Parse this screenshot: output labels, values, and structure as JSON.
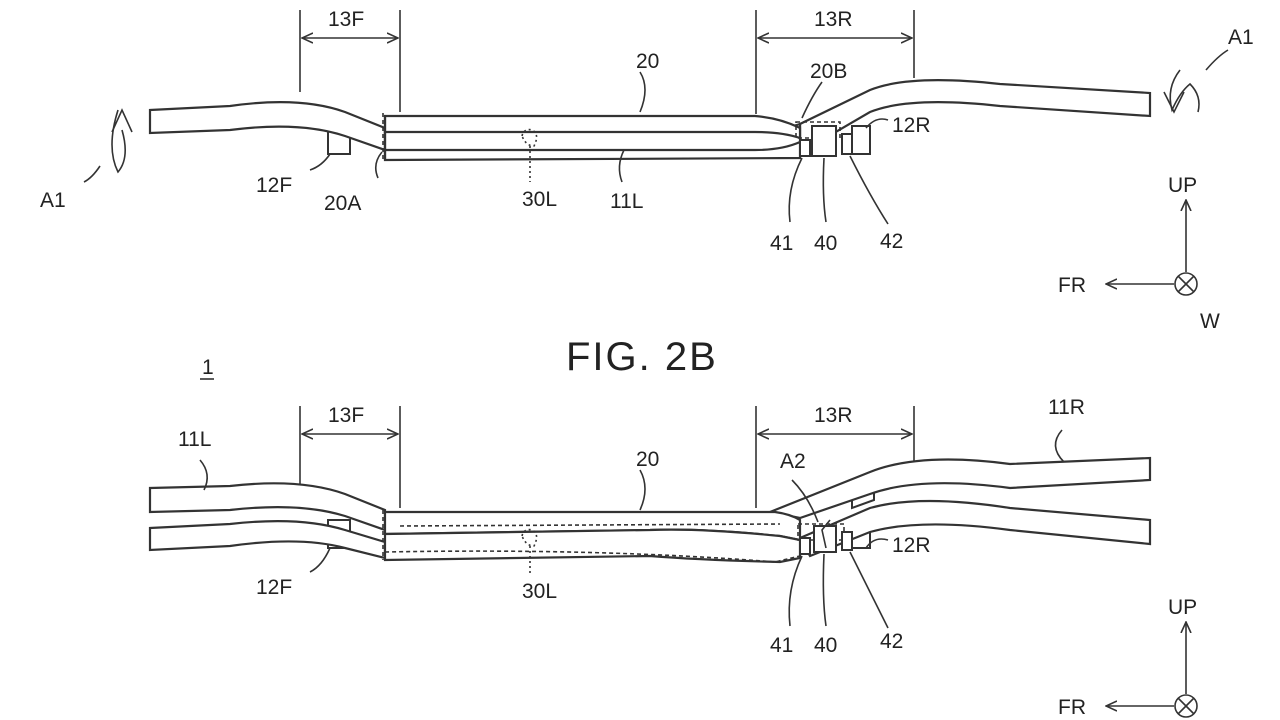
{
  "figure_title": "FIG. 2B",
  "fig_a": {
    "dims": {
      "front": "13F",
      "rear": "13R"
    },
    "labels": {
      "body": "20",
      "body_rear": "20B",
      "body_front": "20A",
      "rot_left": "A1",
      "rot_right": "A1",
      "mount_front": "12F",
      "mount_rear": "12R",
      "side_member": "11L",
      "point": "30L",
      "p41": "41",
      "p40": "40",
      "p42": "42"
    },
    "axes": {
      "up": "UP",
      "fr": "FR",
      "w": "W"
    }
  },
  "fig_b": {
    "ref": "1",
    "dims": {
      "front": "13F",
      "rear": "13R"
    },
    "labels": {
      "side_left": "11L",
      "side_right": "11R",
      "body": "20",
      "arrow": "A2",
      "mount_front": "12F",
      "mount_rear": "12R",
      "point": "30L",
      "p41": "41",
      "p40": "40",
      "p42": "42"
    },
    "axes": {
      "up": "UP",
      "fr": "FR"
    }
  }
}
